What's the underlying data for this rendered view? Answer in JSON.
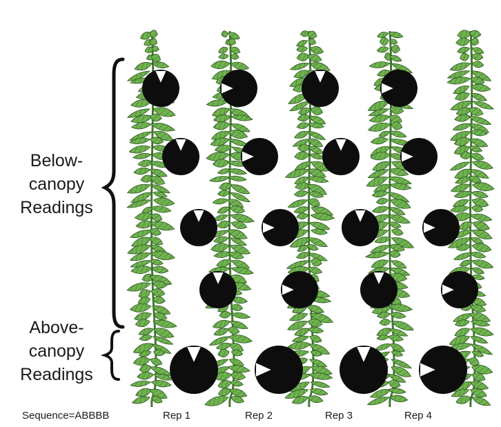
{
  "labels": {
    "below_line1": "Below-",
    "below_line2": "canopy",
    "below_line3": "Readings",
    "above_line1": "Above-",
    "above_line2": "canopy",
    "above_line3": "Readings",
    "sequence": "Sequence=ABBBB",
    "reps": [
      "Rep 1",
      "Rep 2",
      "Rep 3",
      "Rep 4"
    ]
  },
  "colors": {
    "foliage": "#6fb24f",
    "foliage_dark": "#3f7a2e",
    "sensor": "#0d0d0d",
    "wedge": "#ffffff",
    "bracket": "#111111"
  },
  "readings": {
    "rows": [
      "below",
      "below",
      "below",
      "below",
      "above"
    ],
    "wedge_directions": [
      "down",
      "right"
    ]
  }
}
